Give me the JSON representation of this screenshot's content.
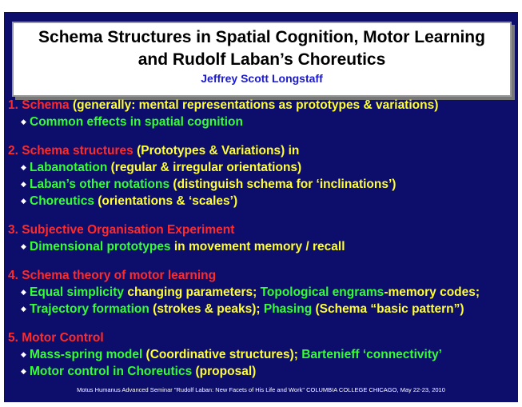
{
  "title": {
    "line1": "Schema Structures in Spatial Cognition, Motor Learning",
    "line2": "and Rudolf Laban’s Choreutics",
    "author": "Jeffrey Scott Longstaff"
  },
  "sections": [
    {
      "heading": [
        {
          "text": "1. Schema",
          "color": "red"
        },
        {
          "text": " (generally: mental representations as prototypes & variations)",
          "color": "yellow"
        }
      ],
      "items": [
        [
          {
            "text": "Common effects in spatial cognition",
            "color": "green"
          }
        ]
      ]
    },
    {
      "heading": [
        {
          "text": "2. Schema structures",
          "color": "red"
        },
        {
          "text": " (Prototypes & Variations) in",
          "color": "yellow"
        }
      ],
      "items": [
        [
          {
            "text": "Labanotation",
            "color": "green"
          },
          {
            "text": " (regular & irregular orientations)",
            "color": "yellow"
          }
        ],
        [
          {
            "text": "Laban’s other notations",
            "color": "green"
          },
          {
            "text": " (distinguish schema for ‘inclinations’)",
            "color": "yellow"
          }
        ],
        [
          {
            "text": "Choreutics",
            "color": "green"
          },
          {
            "text": " (orientations & ‘scales’)",
            "color": "yellow"
          }
        ]
      ]
    },
    {
      "heading": [
        {
          "text": "3. Subjective Organisation Experiment",
          "color": "red"
        }
      ],
      "items": [
        [
          {
            "text": "Dimensional prototypes",
            "color": "green"
          },
          {
            "text": " in movement memory / recall",
            "color": "yellow"
          }
        ]
      ]
    },
    {
      "heading": [
        {
          "text": "4. Schema theory of motor learning",
          "color": "red"
        }
      ],
      "items": [
        [
          {
            "text": "Equal simplicity",
            "color": "green"
          },
          {
            "text": " changing parameters; ",
            "color": "yellow"
          },
          {
            "text": "Topological engrams",
            "color": "green"
          },
          {
            "text": "-memory codes;",
            "color": "yellow"
          }
        ],
        [
          {
            "text": "Trajectory formation",
            "color": "green"
          },
          {
            "text": " (strokes & peaks); ",
            "color": "yellow"
          },
          {
            "text": "Phasing",
            "color": "green"
          },
          {
            "text": " (Schema “basic pattern”)",
            "color": "yellow"
          }
        ]
      ]
    },
    {
      "heading": [
        {
          "text": "5. Motor Control",
          "color": "red"
        }
      ],
      "items": [
        [
          {
            "text": "Mass-spring model",
            "color": "green"
          },
          {
            "text": " (Coordinative structures); ",
            "color": "yellow"
          },
          {
            "text": "Bartenieff ‘connectivity’",
            "color": "green"
          }
        ],
        [
          {
            "text": "Motor control in Choreutics",
            "color": "green"
          },
          {
            "text": " (proposal)",
            "color": "yellow"
          }
        ]
      ]
    }
  ],
  "bullet_icon": "diamond-bullet-icon",
  "footer": "Motus Humanus Advanced Seminar \"Rudolf Laban: New Facets of His Life and Work\" COLUMBIA COLLEGE CHICAGO, May 22-23, 2010",
  "colors": {
    "background": "#0d0d6b",
    "heading": "#ff2a2a",
    "text": "#ffff33",
    "highlight": "#33ff33",
    "author": "#1a1acc"
  }
}
